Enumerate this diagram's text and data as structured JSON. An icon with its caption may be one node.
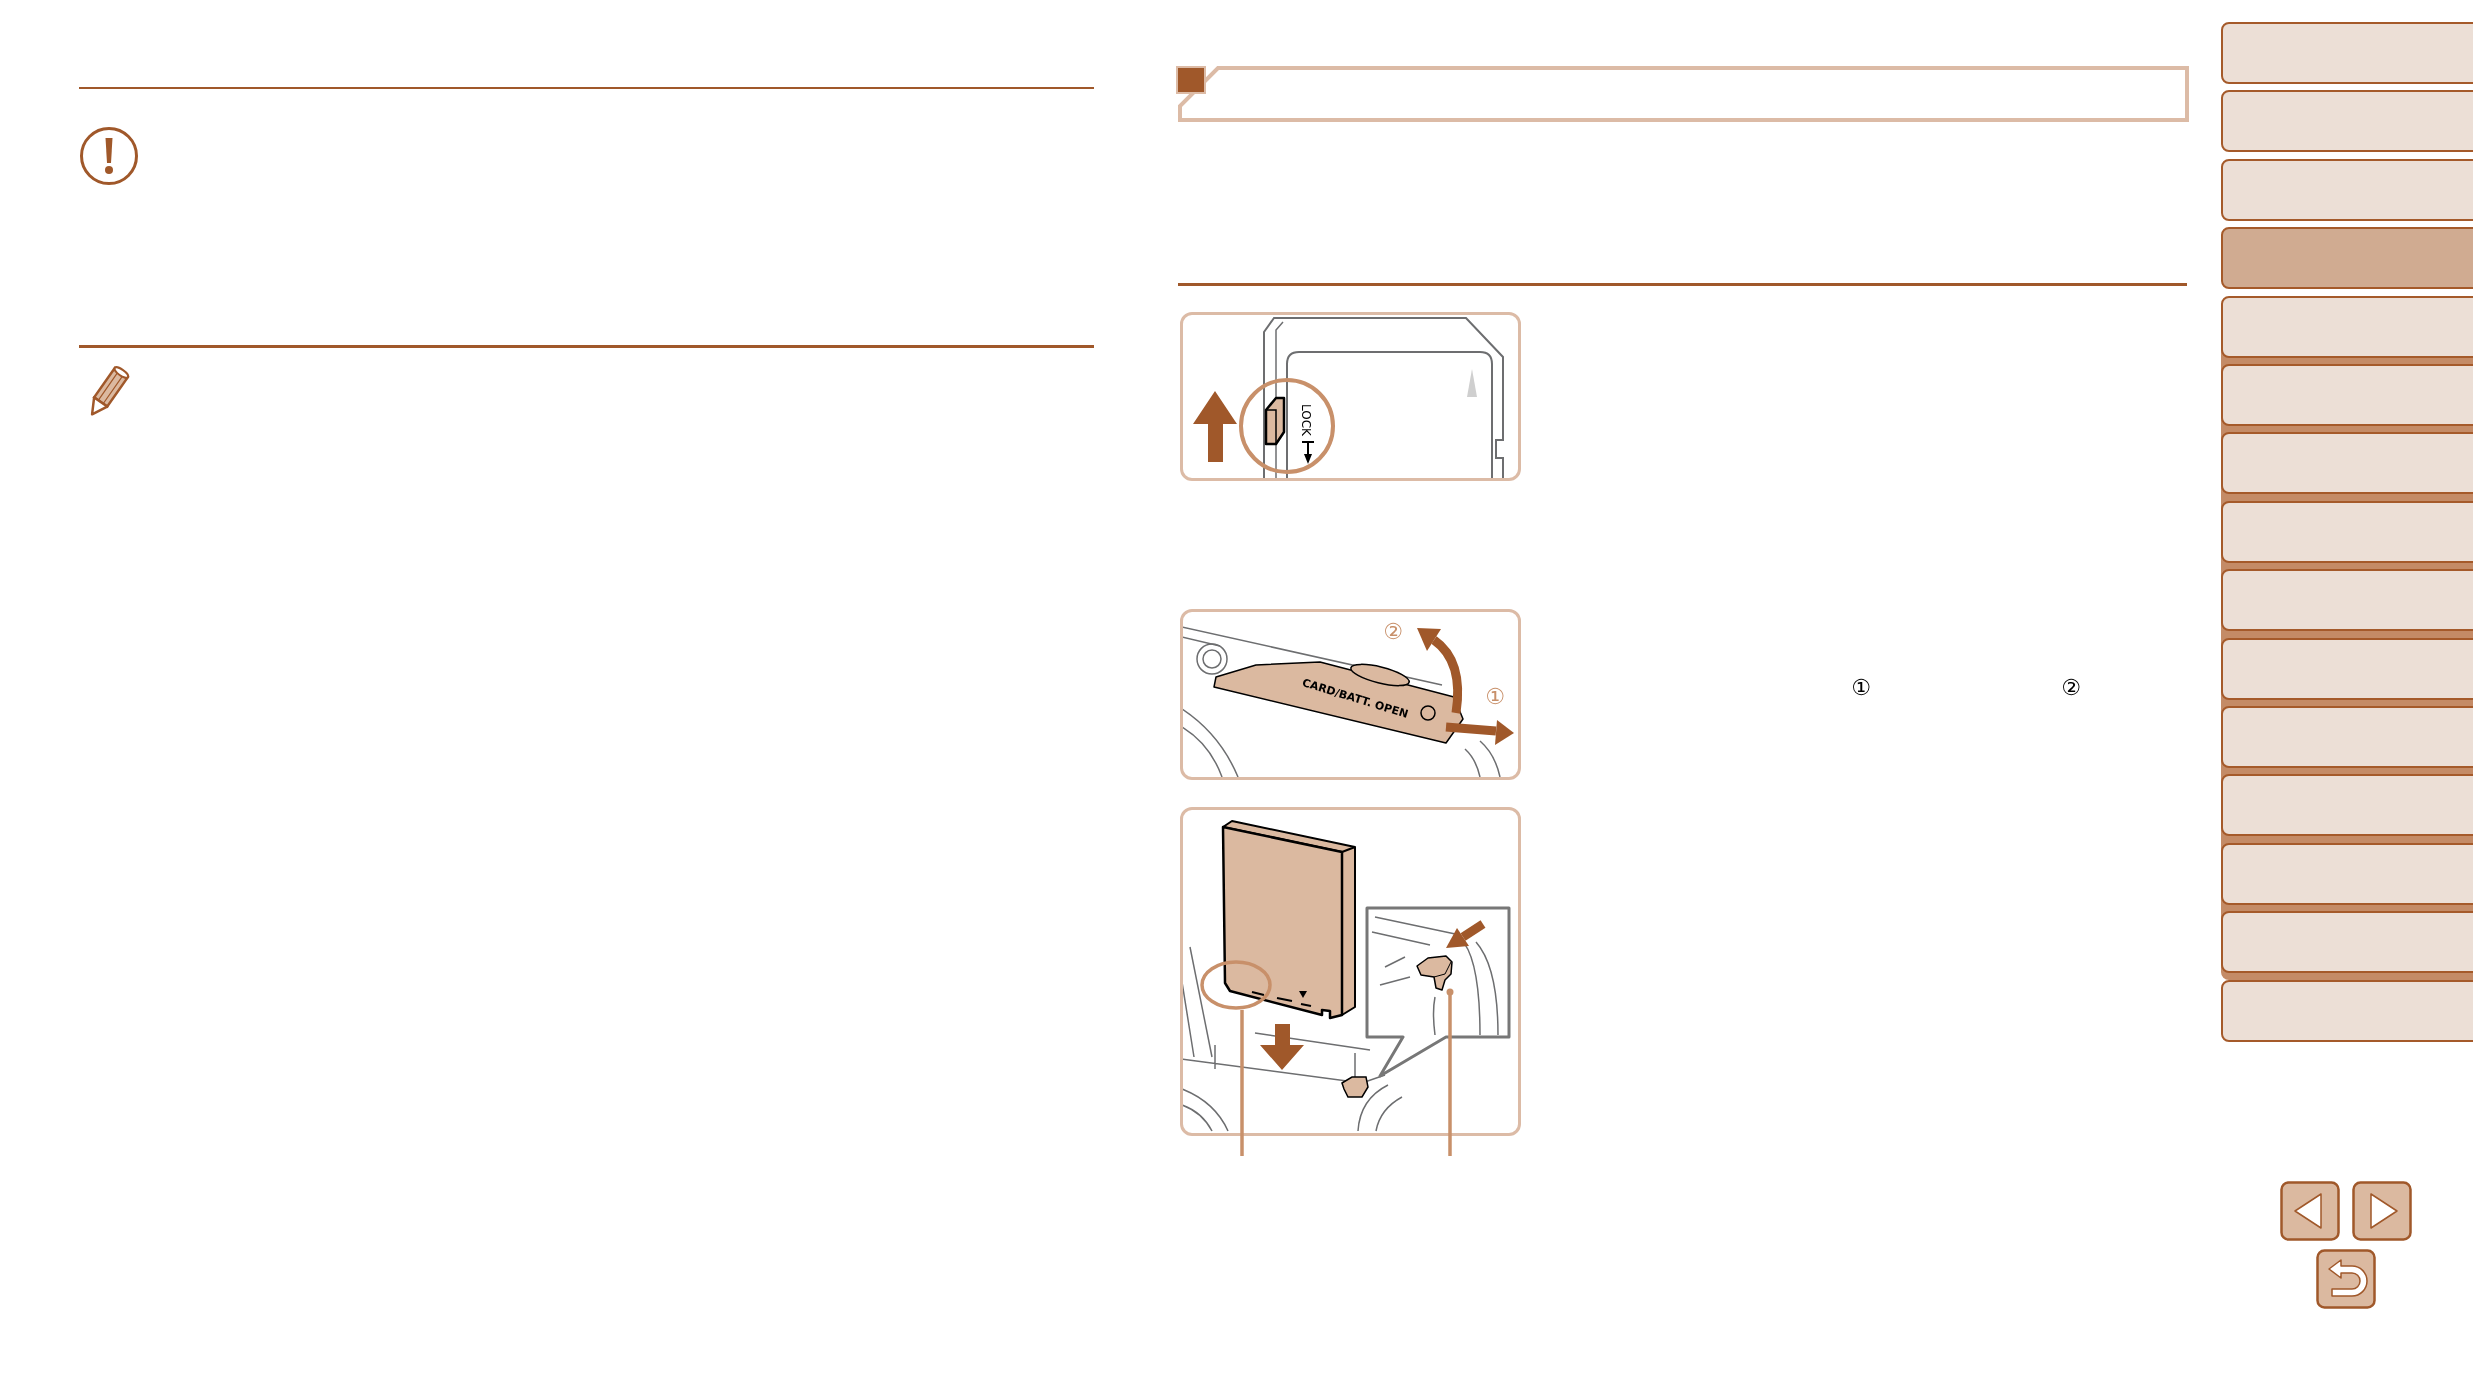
{
  "diagram": {
    "nodes": [
      {
        "text": [
          "LOCK"
        ]
      },
      {
        "text": [
          "②",
          "CARD/BATT. OPEN",
          "①"
        ]
      },
      {
        "text": [],
        "shape": "picture"
      },
      {
        "text": [],
        "shape": "ellipse",
        "in": 2
      },
      {
        "text": [],
        "shape": "picture",
        "in": 2
      },
      {
        "text": [],
        "shape": "box"
      },
      {
        "text": [],
        "shape": "box"
      },
      {
        "text": [],
        "shape": "box"
      },
      {
        "text": [],
        "shape": "box"
      },
      {
        "text": [],
        "shape": "box"
      },
      {
        "text": [],
        "shape": "box"
      },
      {
        "text": [],
        "shape": "box"
      },
      {
        "text": [],
        "shape": "box"
      },
      {
        "text": [],
        "shape": "box"
      },
      {
        "text": [],
        "shape": "box"
      },
      {
        "text": [],
        "shape": "box"
      },
      {
        "text": [],
        "shape": "box"
      },
      {
        "text": [],
        "shape": "box"
      },
      {
        "text": [],
        "shape": "box"
      },
      {
        "text": [],
        "shape": "box"
      }
    ],
    "edges": [
      {
        "from": null,
        "to": 3,
        "arrow": "none"
      },
      {
        "from": null,
        "to": 4,
        "arrow": "other"
      }
    ],
    "labels": [
      "①",
      "②"
    ]
  }
}
